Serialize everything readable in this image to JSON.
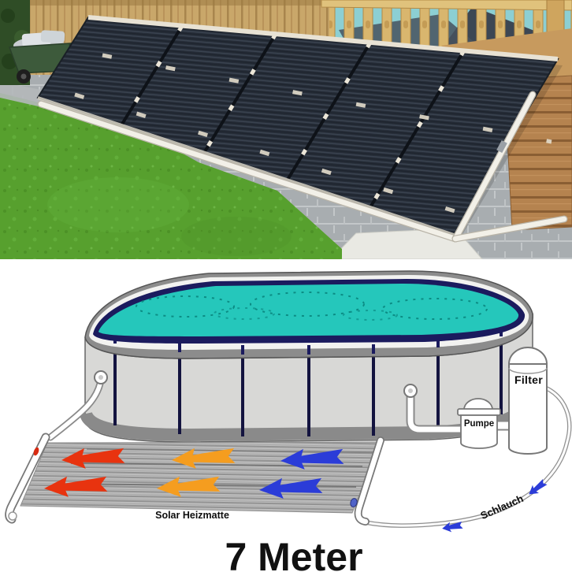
{
  "photo": {
    "alt": "Photograph: black solar pool heating mats mounted on a slanted wooden support frame in a garden, with white PVC piping, a lawn, grey paving, a wooden fence, a green wheelbarrow and a pool deck with turned-baluster railing"
  },
  "diagram": {
    "labels": {
      "filter": "Filter",
      "pump": "Pumpe",
      "mat": "Solar Heizmatte",
      "hose": "Schlauch",
      "length": "7 Meter"
    },
    "colors": {
      "water": "#25c7bb",
      "rim_navy": "#1b1b5e",
      "pool_wall": "#d8d8d6",
      "rim_band": "#8c8c8c",
      "mat_gray": "#bcbcbc",
      "arrow_hot": "#e8330f",
      "arrow_warm": "#f59d1f",
      "arrow_cold": "#2b3cd8",
      "grass": "#57a02e",
      "fence_wood": "#c9a76a",
      "deck_wood": "#b5834f",
      "panel_dark": "#262d38"
    }
  }
}
